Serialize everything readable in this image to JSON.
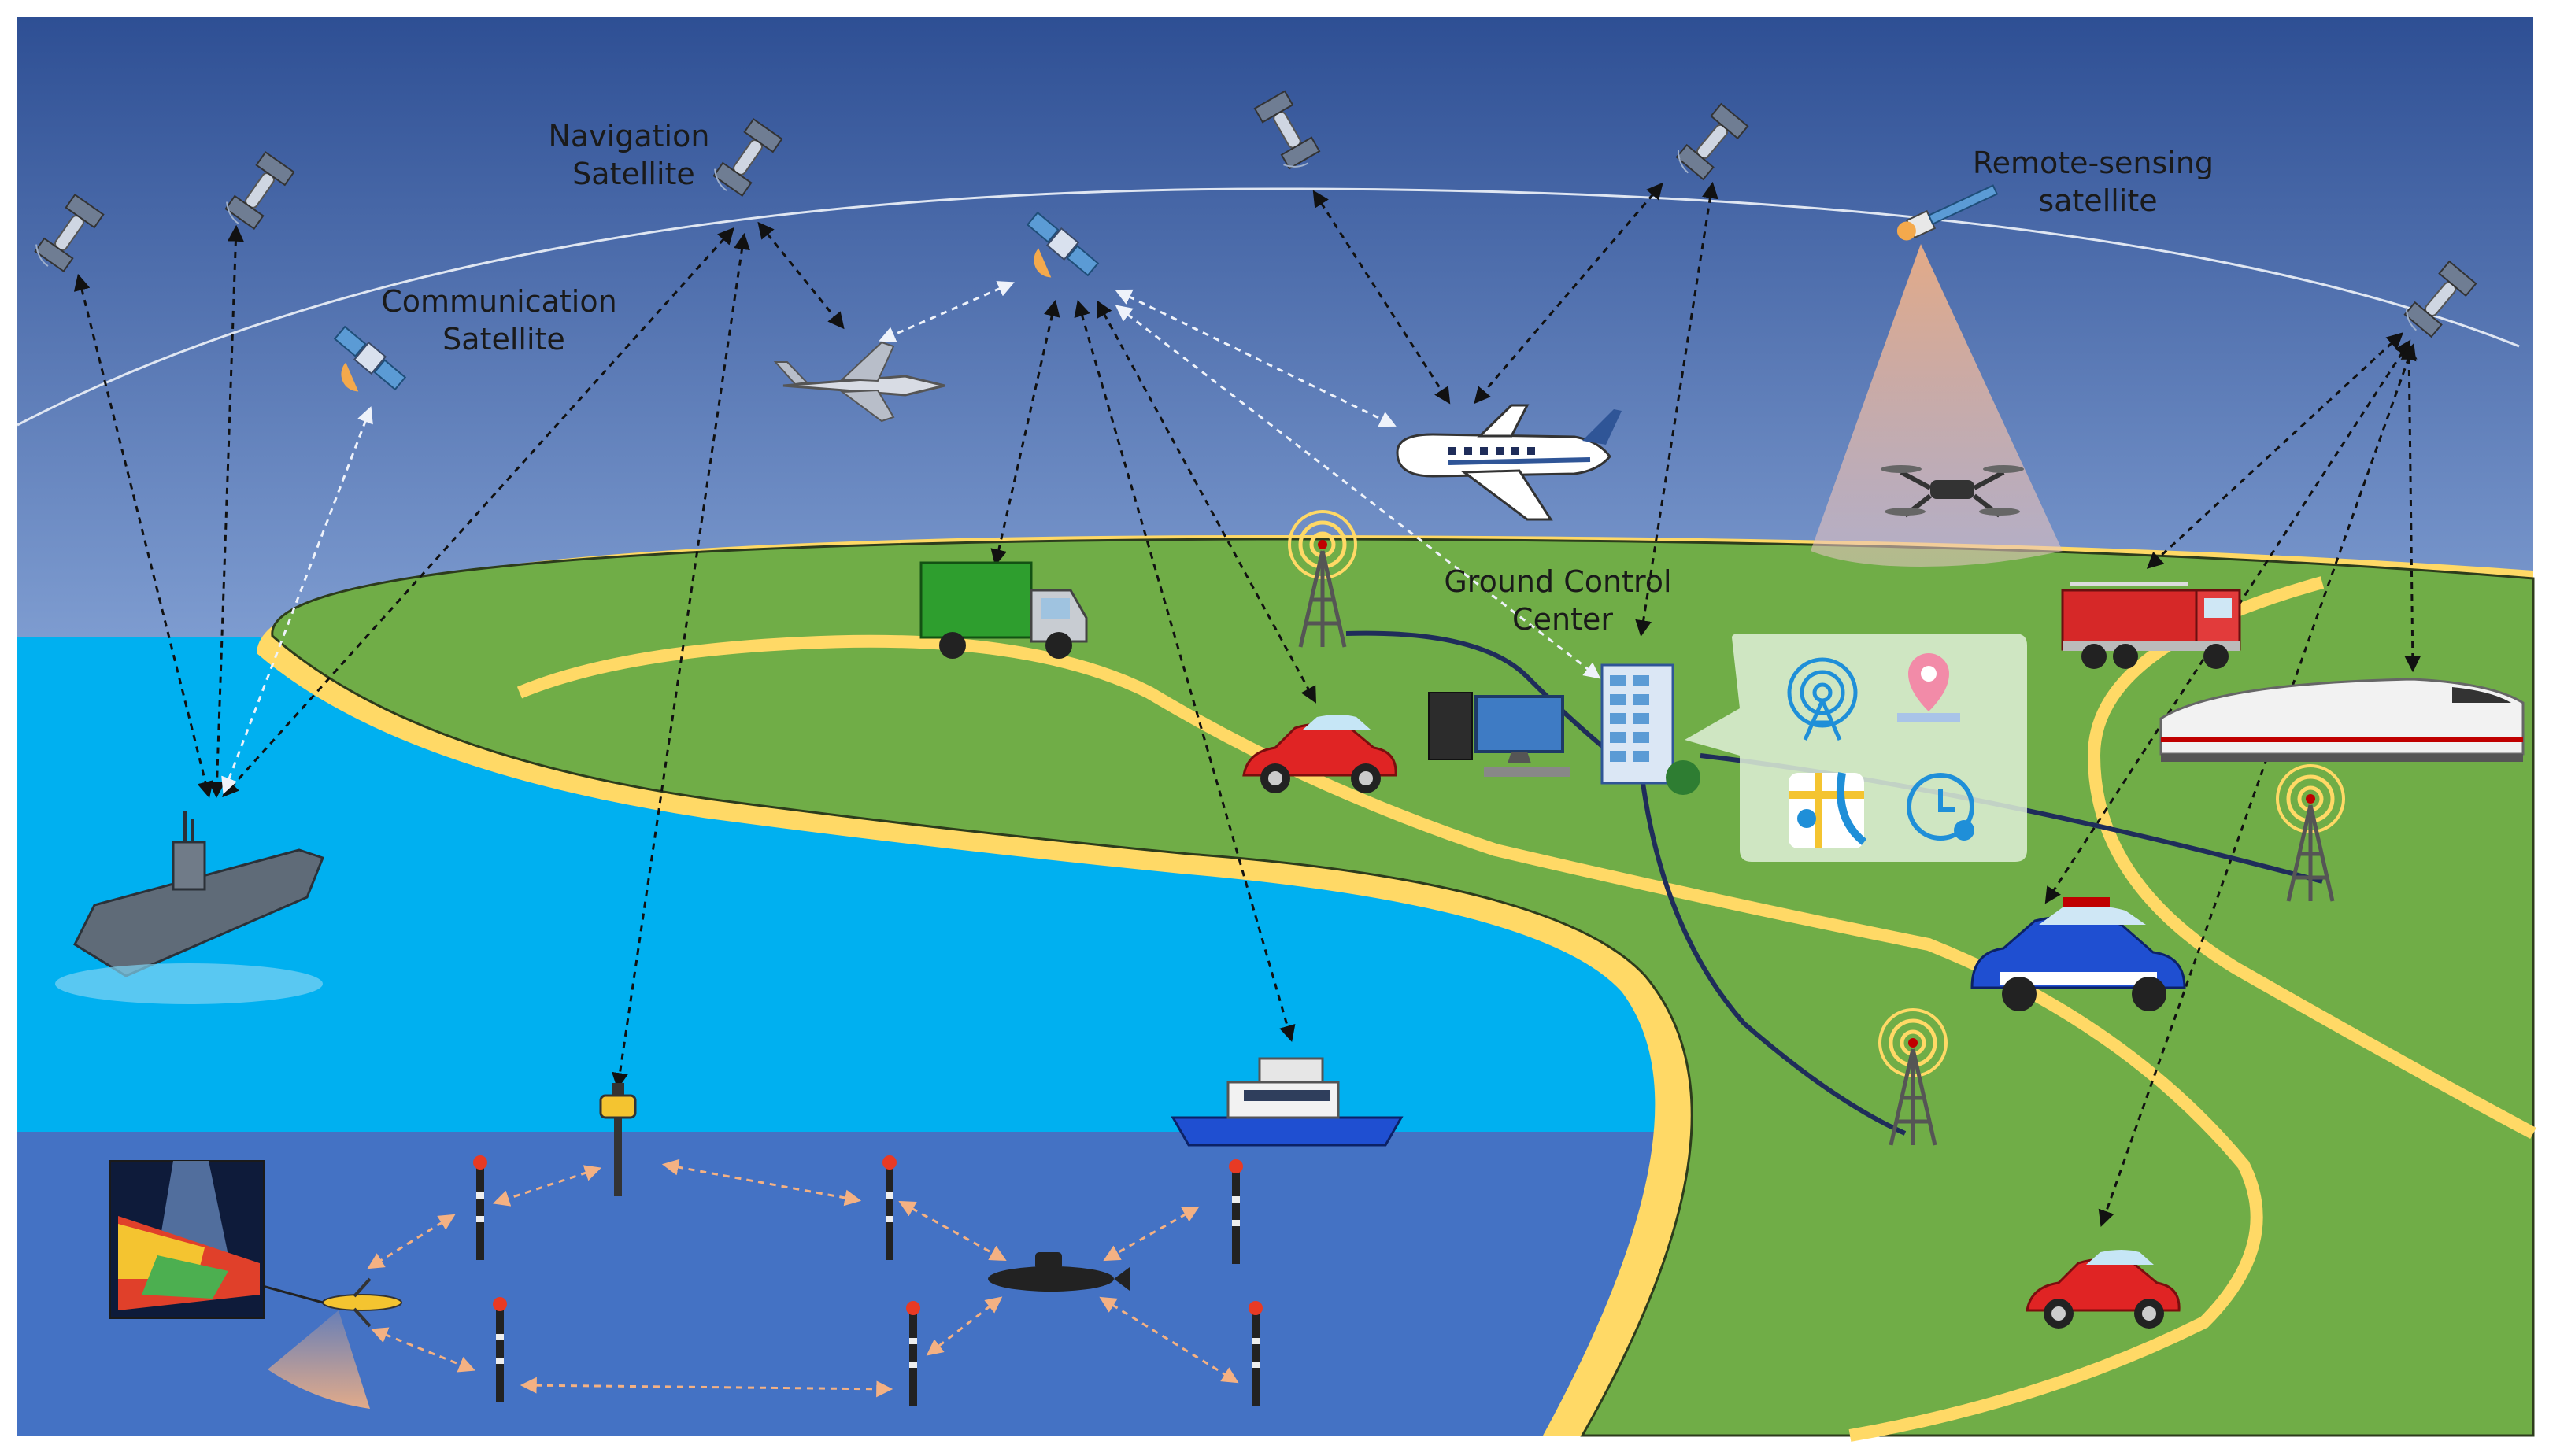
{
  "labels": {
    "navigation_satellite": [
      "Navigation",
      "Satellite"
    ],
    "communication_satellite": [
      "Communication",
      "Satellite"
    ],
    "remote_sensing_satellite": [
      "Remote-sensing",
      "satellite"
    ],
    "ground_control_center": [
      "Ground Control",
      "Center"
    ]
  },
  "icons": {
    "control_panel": [
      "tower-icon",
      "location-pin-icon",
      "map-navigation-icon",
      "clock-sync-icon"
    ]
  },
  "colors": {
    "sky_top": "#2E4F94",
    "sky_bottom": "#7F9DD1",
    "sea_surface": "#00B0F0",
    "deep_sea": "#4472C4",
    "land": "#70AD47",
    "beach": "#FFD966",
    "cable": "#1F2D5A"
  }
}
